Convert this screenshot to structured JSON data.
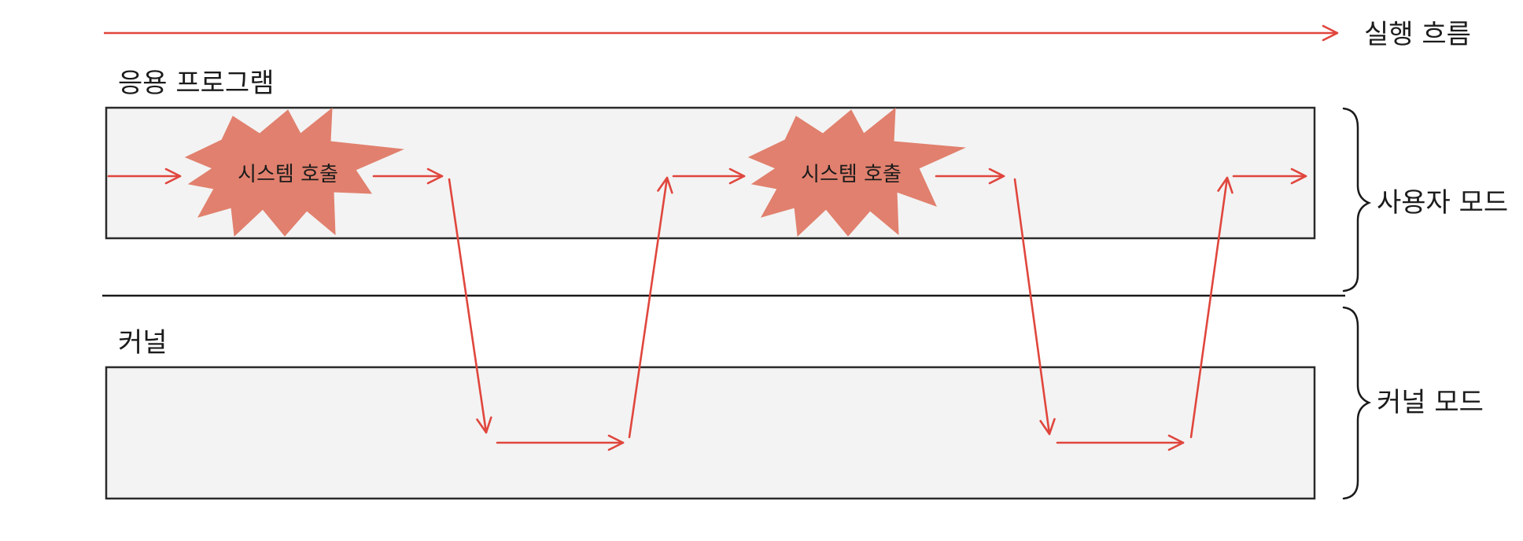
{
  "colors": {
    "arrow": "#e0463d",
    "burst_fill": "#e1806e",
    "box_fill": "#f3f3f3",
    "box_stroke": "#2a2a2a",
    "text": "#1b1b1b"
  },
  "labels": {
    "flow": "실행 흐름",
    "application": "응용 프로그램",
    "kernel": "커널",
    "user_mode": "사용자 모드",
    "kernel_mode": "커널 모드"
  },
  "events": [
    {
      "label": "시스템 호출"
    },
    {
      "label": "시스템 호출"
    }
  ]
}
